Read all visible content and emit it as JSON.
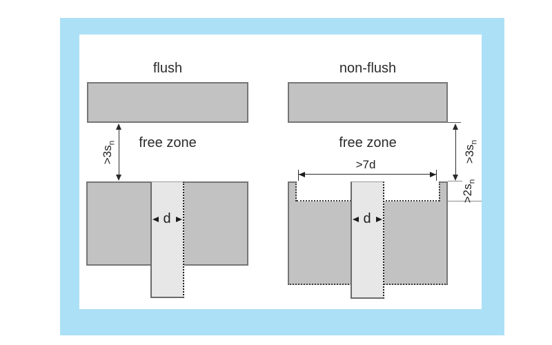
{
  "colors": {
    "frame_blue": "#ace0f6",
    "metal_gray": "#c2c2c2",
    "probe_gray": "#e7e7e7",
    "outline_gray": "#757575",
    "ink": "#2b2b2b"
  },
  "left_diagram": {
    "title": "flush",
    "free_zone_label": "free zone",
    "gap_dim": {
      "prefix": ">3s",
      "sub": "n"
    },
    "diameter_label": "d"
  },
  "right_diagram": {
    "title": "non-flush",
    "free_zone_label": "free zone",
    "gap_dim": {
      "prefix": ">3s",
      "sub": "n"
    },
    "width_dim": ">7d",
    "recess_dim": {
      "prefix": ">2s",
      "sub": "n"
    },
    "diameter_label": "d"
  }
}
